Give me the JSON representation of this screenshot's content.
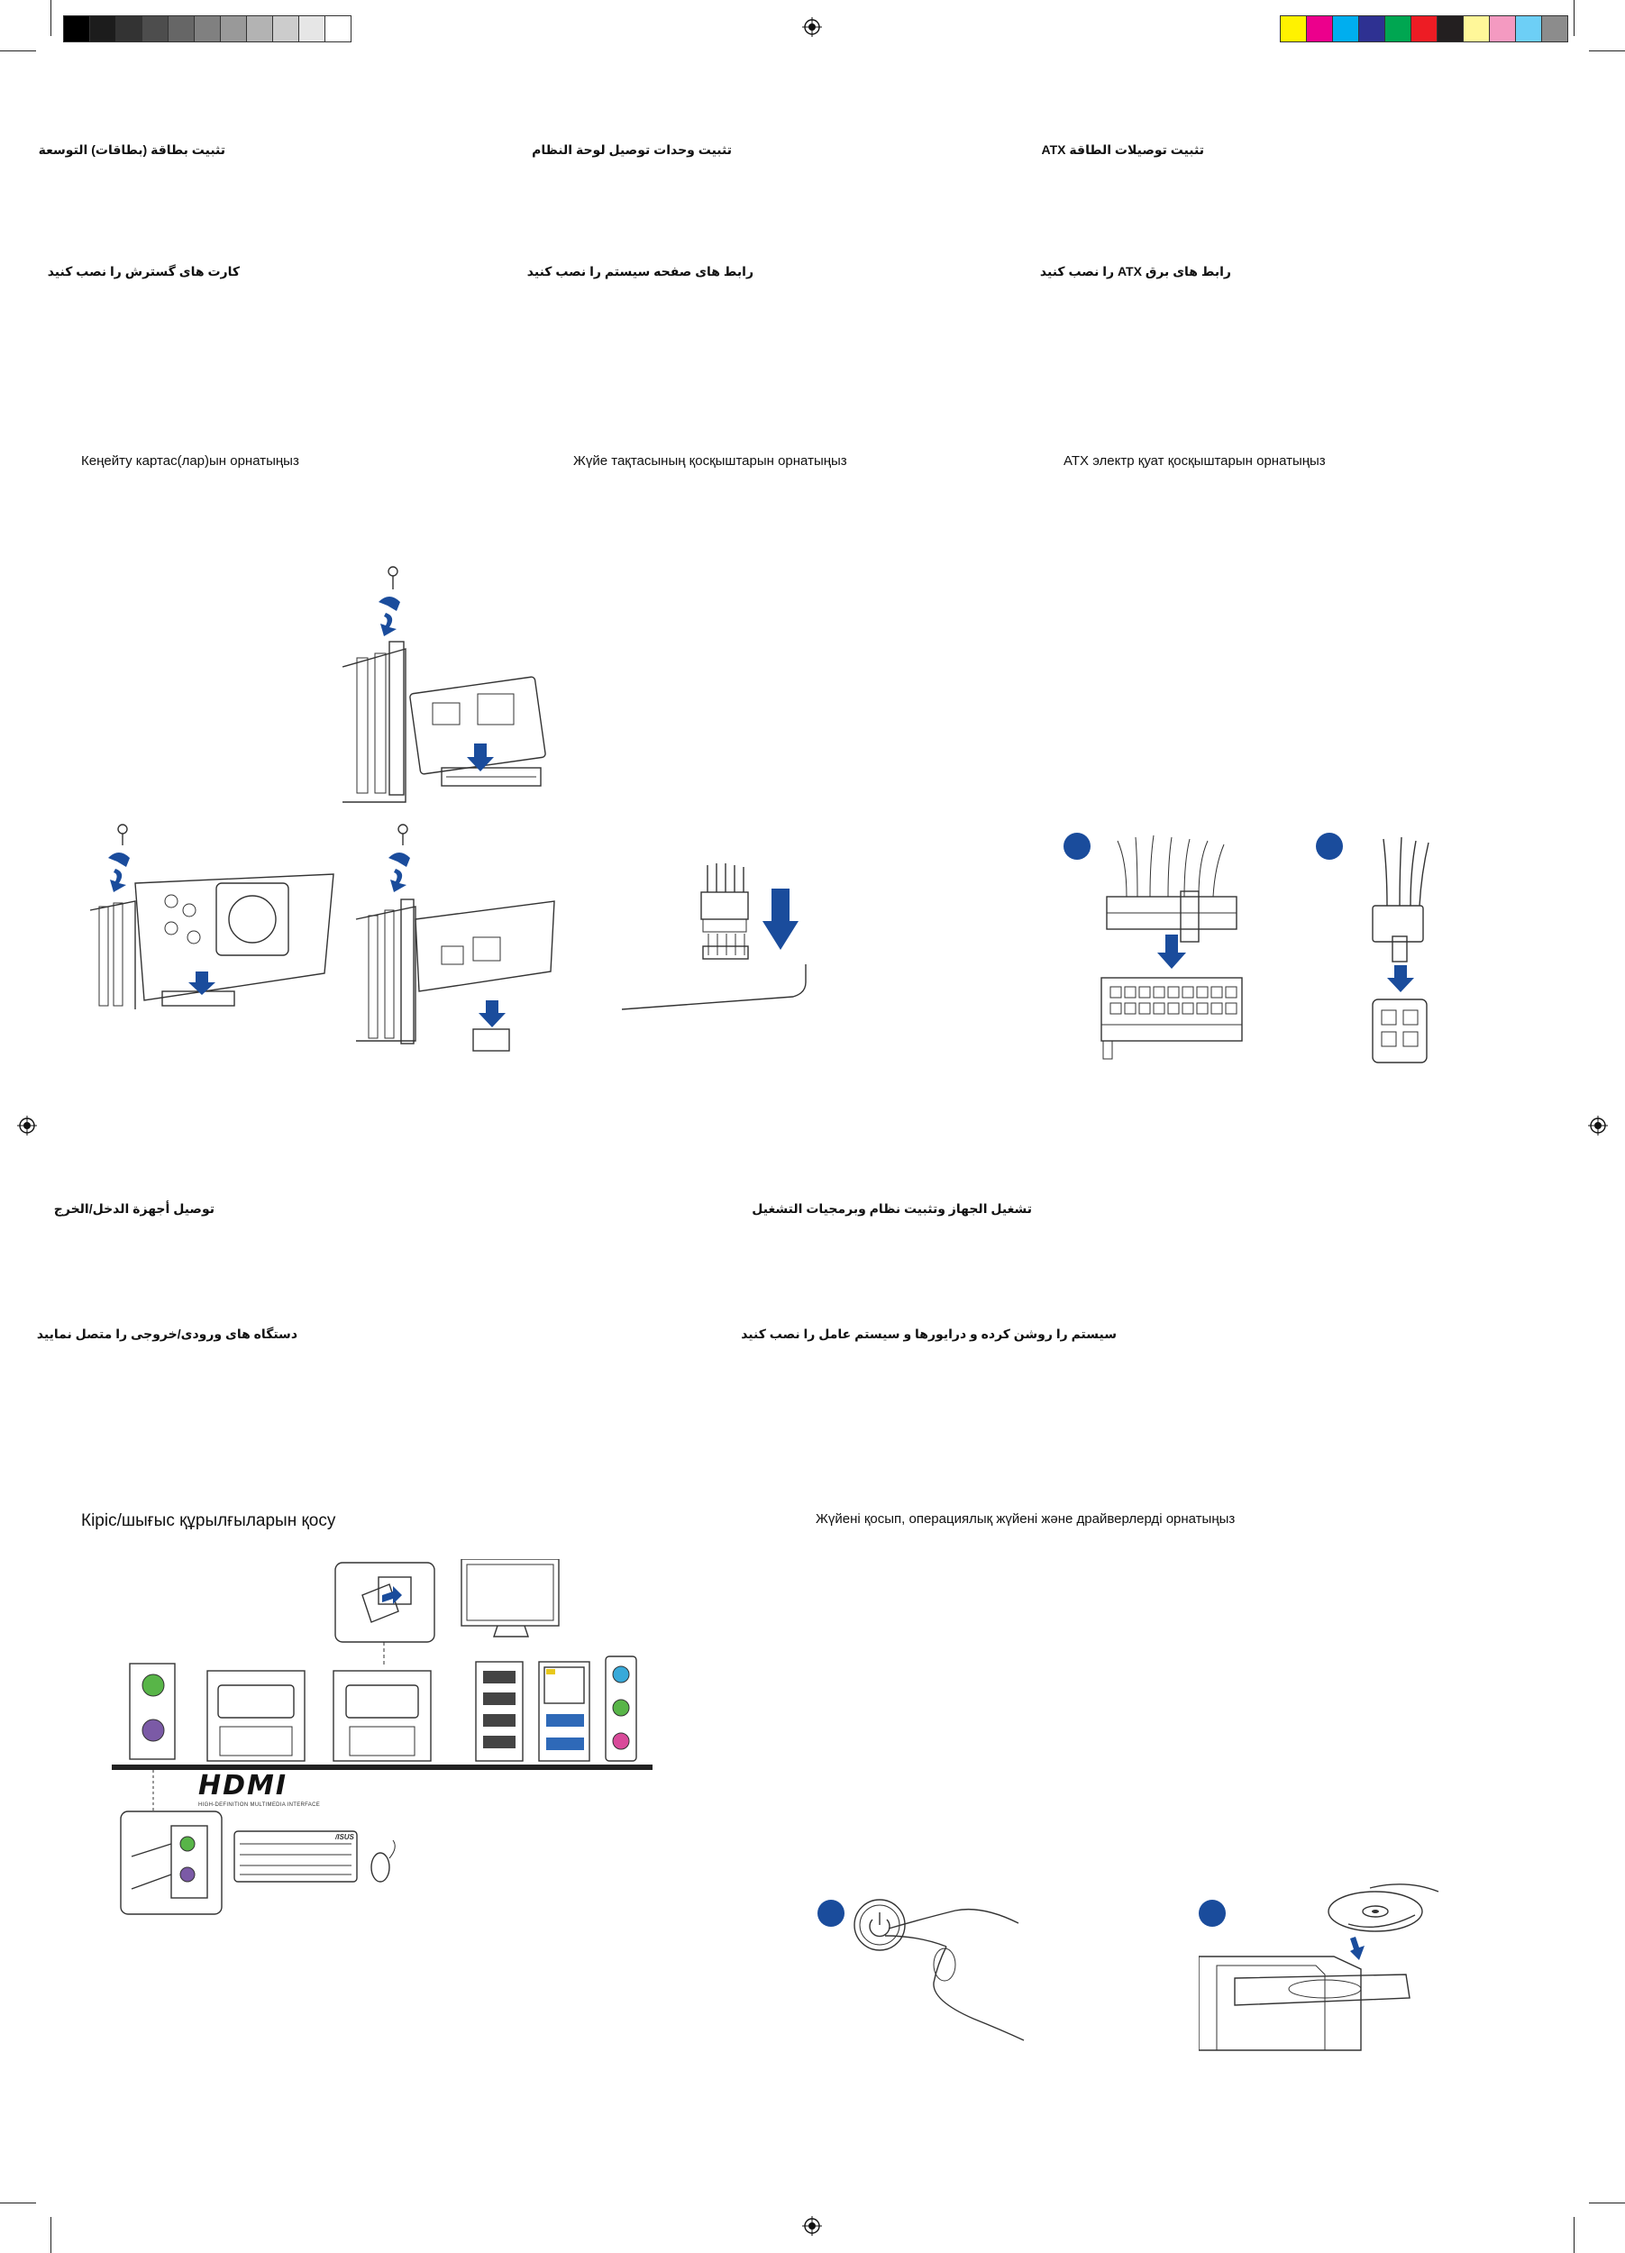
{
  "colors": {
    "grayscale_swatches": [
      "#000000",
      "#1c1c1c",
      "#333333",
      "#4d4d4d",
      "#666666",
      "#808080",
      "#999999",
      "#b3b3b3",
      "#cccccc",
      "#e6e6e6",
      "#ffffff"
    ],
    "color_swatches": [
      "#fff200",
      "#ec008c",
      "#00aeef",
      "#2e3192",
      "#00a651",
      "#ed1c24",
      "#231f20",
      "#fff799",
      "#f49ac1",
      "#6dcff6",
      "#8c8c8c"
    ],
    "badge_blue": "#1a4c9c"
  },
  "sections": {
    "expansion": {
      "ar": "تثبيت بطاقة (بطاقات) التوسعة",
      "fa": "کارت های گسترش را نصب کنید",
      "kk": "Кеңейту картас(лар)ын орнатыңыз"
    },
    "panel_connectors": {
      "ar": "تثبيت وحدات توصيل لوحة النظام",
      "fa": "رابط های صفحه سیستم را نصب کنید",
      "kk": "Жүйе тақтасының қосқыштарын орнатыңыз"
    },
    "atx_power": {
      "ar": "تثبيت توصيلات الطاقة ATX",
      "fa": "رابط های برق ATX را نصب کنید",
      "kk": "ATX электр қуат қосқыштарын орнатыңыз"
    },
    "io_devices": {
      "ar": "توصيل أجهزة الدخل/الخرج",
      "fa": "دستگاه های ورودی/خروجی را متصل نمایید",
      "kk": "Кіріс/шығыс құрылғыларын қосу"
    },
    "power_on": {
      "ar": "تشغيل الجهاز وتثبيت نظام وبرمجيات التشغيل",
      "fa": "سیستم را روشن کرده و درایورها و سیستم عامل را نصب کنید",
      "kk": "Жүйені қосып, операциялық жүйені және драйверлерді орнатыңыз"
    }
  },
  "hdmi": {
    "logo": "HDMI",
    "tagline": "HIGH-DEFINITION MULTIMEDIA INTERFACE"
  },
  "keyboard_brand": "/ISUS"
}
